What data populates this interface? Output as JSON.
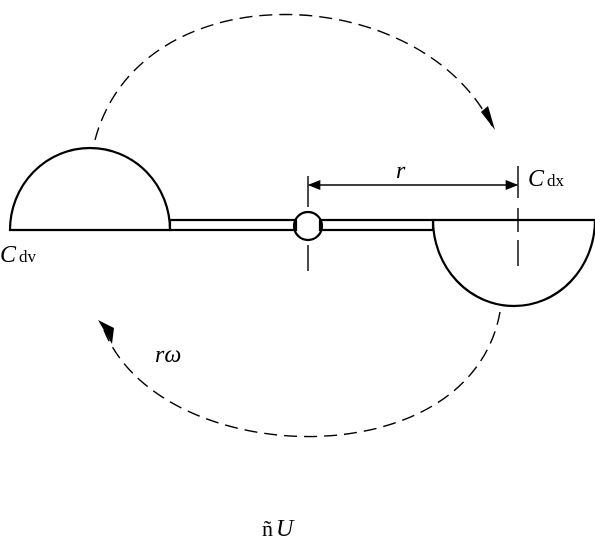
{
  "labels": {
    "cdv_main": "C",
    "cdv_sub": "dv",
    "cdx_main": "C",
    "cdx_sub": "dx",
    "radius": "r",
    "velocity": "rω",
    "caption_prefix": "ñ",
    "caption_main": "U"
  },
  "colors": {
    "ink": "#000000",
    "background": "#ffffff"
  }
}
